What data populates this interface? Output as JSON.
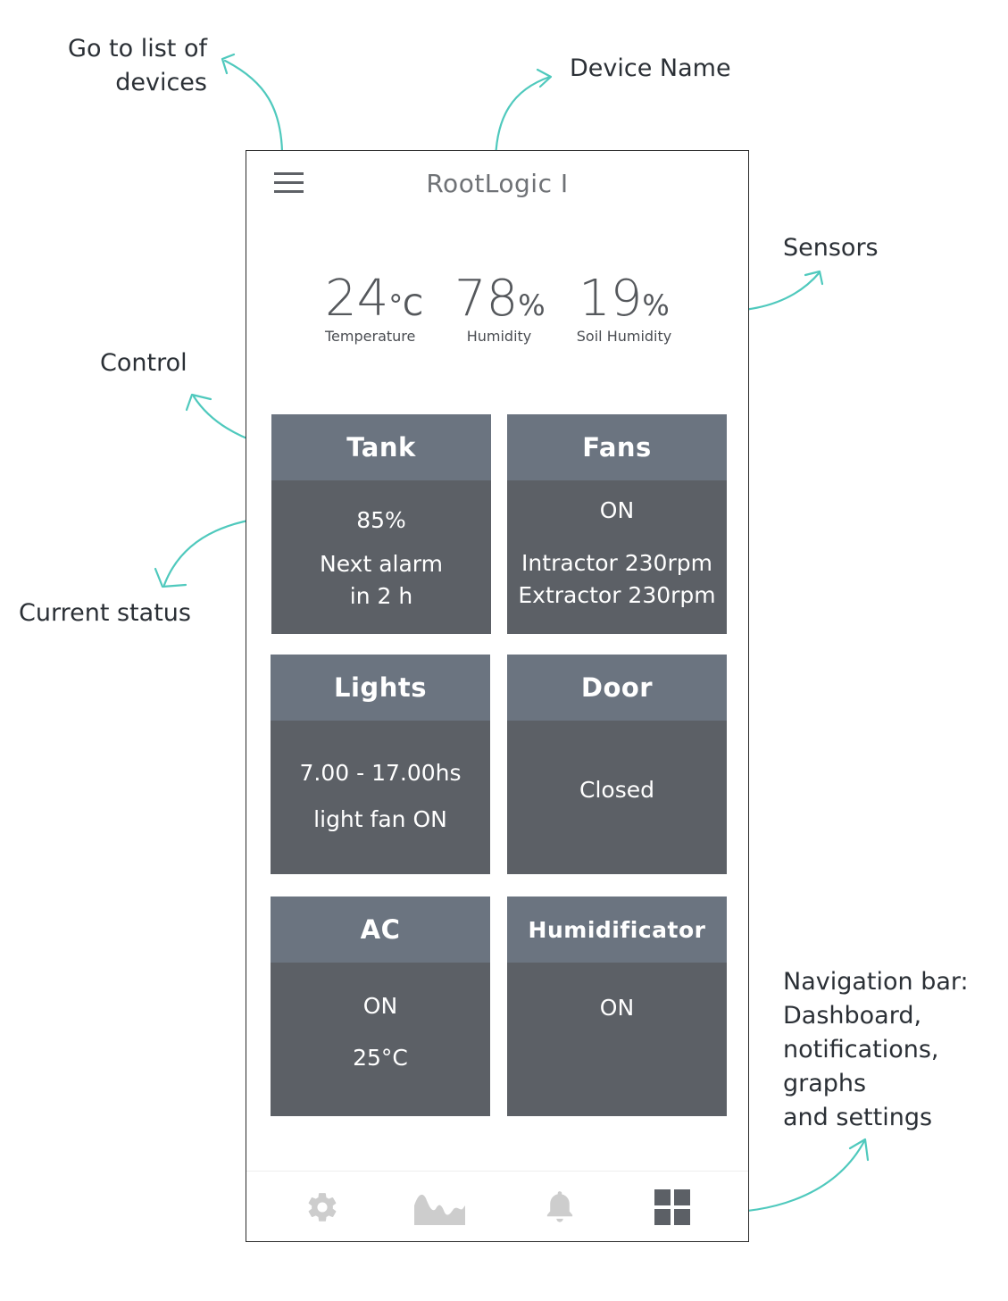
{
  "annotations": {
    "devices_list": "Go to list of\ndevices",
    "device_name": "Device Name",
    "sensors": "Sensors",
    "control": "Control",
    "current_status": "Current status",
    "navigation_bar": [
      "Navigation bar:",
      "Dashboard,",
      "notifications,",
      "graphs",
      "and settings"
    ]
  },
  "colors": {
    "accent": "#4fc9bd",
    "card_header": "#6b7480",
    "card_body": "#5c6066",
    "nav_active": "#5c6066",
    "nav_inactive": "#cdcdcd"
  },
  "header": {
    "title": "RootLogic I",
    "menu_icon": "hamburger-icon"
  },
  "sensors": [
    {
      "value": "24",
      "unit": "°C",
      "label": "Temperature"
    },
    {
      "value": "78",
      "unit": "%",
      "label": "Humidity"
    },
    {
      "value": "19",
      "unit": "%",
      "label": "Soil Humidity"
    }
  ],
  "controls": [
    {
      "name": "Tank",
      "lines": [
        "85%",
        "Next alarm",
        "in 2 h"
      ]
    },
    {
      "name": "Fans",
      "lines": [
        "ON",
        "Intractor 230rpm",
        "Extractor 230rpm"
      ]
    },
    {
      "name": "Lights",
      "lines": [
        "7.00 - 17.00hs",
        "light fan ON"
      ]
    },
    {
      "name": "Door",
      "lines": [
        "Closed"
      ]
    },
    {
      "name": "AC",
      "lines": [
        "ON",
        "25°C"
      ]
    },
    {
      "name": "Humidificator",
      "lines": [
        "ON"
      ]
    }
  ],
  "navbar": {
    "items": [
      {
        "icon": "gear-icon",
        "active": false
      },
      {
        "icon": "graph-icon",
        "active": false
      },
      {
        "icon": "bell-icon",
        "active": false
      },
      {
        "icon": "dashboard-icon",
        "active": true
      }
    ]
  }
}
